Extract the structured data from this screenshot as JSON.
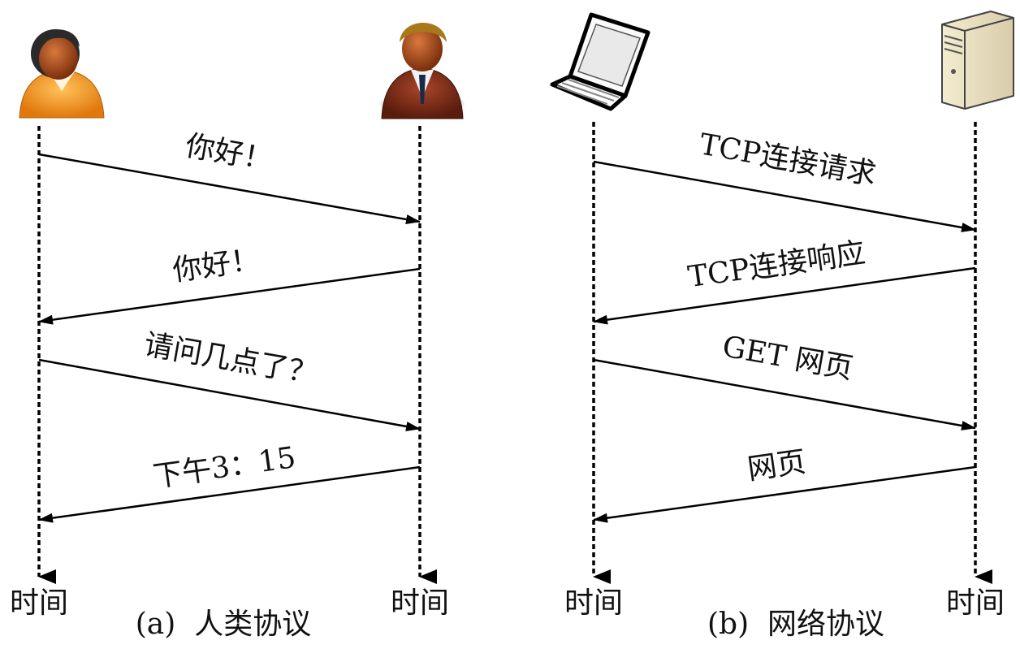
{
  "panel_a": {
    "caption": "(a)  人类协议",
    "time_left": "时间",
    "time_right": "时间",
    "messages": [
      "你好！",
      "你好！",
      "请问几点了？",
      "下午3：15"
    ]
  },
  "panel_b": {
    "caption": "(b)  网络协议",
    "time_left": "时间",
    "time_right": "时间",
    "messages": [
      "TCP连接请求",
      "TCP连接响应",
      "GET 网页",
      "网页"
    ]
  },
  "colors": {
    "line": "#000000",
    "woman_shirt": "#f39a1e",
    "man_suit": "#7a2a16",
    "skin": "#a34a1a"
  }
}
